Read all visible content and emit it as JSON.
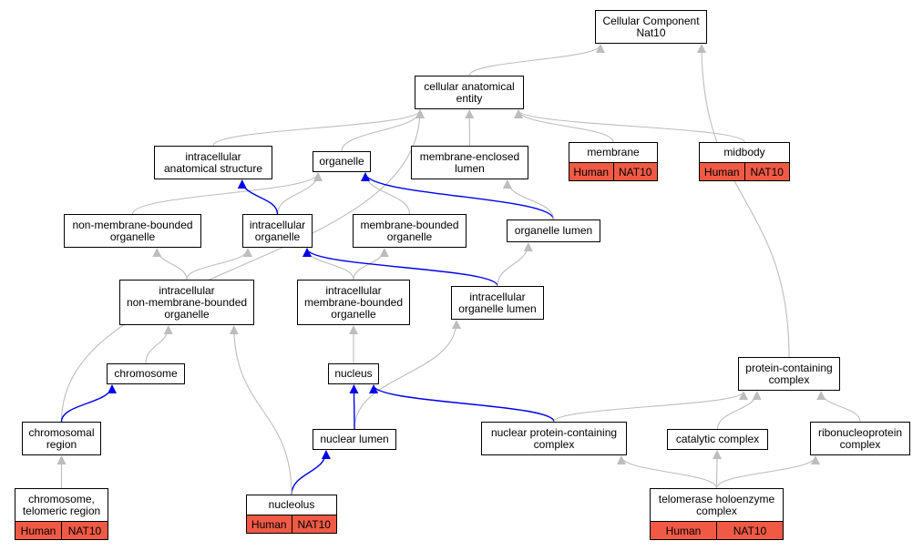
{
  "colors": {
    "edge_default": "#bdbdbd",
    "edge_highlight": "#0000ee",
    "annotation_fill": "#f05a45",
    "node_border": "#000000"
  },
  "nodes": [
    {
      "id": "cc",
      "label": "Cellular Component\nNat10"
    },
    {
      "id": "cae",
      "label": "cellular anatomical\nentity"
    },
    {
      "id": "ias",
      "label": "intracellular\nanatomical structure"
    },
    {
      "id": "org",
      "label": "organelle"
    },
    {
      "id": "mel",
      "label": "membrane-enclosed\nlumen"
    },
    {
      "id": "mem",
      "label": "membrane",
      "tags": [
        "Human",
        "NAT10"
      ]
    },
    {
      "id": "mid",
      "label": "midbody",
      "tags": [
        "Human",
        "NAT10"
      ]
    },
    {
      "id": "nmbo",
      "label": "non-membrane-bounded\norganelle"
    },
    {
      "id": "io",
      "label": "intracellular\norganelle"
    },
    {
      "id": "mbo",
      "label": "membrane-bounded\norganelle"
    },
    {
      "id": "ol",
      "label": "organelle lumen"
    },
    {
      "id": "inmbo",
      "label": "intracellular\nnon-membrane-bounded\norganelle"
    },
    {
      "id": "imbo",
      "label": "intracellular\nmembrane-bounded\norganelle"
    },
    {
      "id": "iol",
      "label": "intracellular\norganelle lumen"
    },
    {
      "id": "chr",
      "label": "chromosome"
    },
    {
      "id": "nuc",
      "label": "nucleus"
    },
    {
      "id": "pcc",
      "label": "protein-containing\ncomplex"
    },
    {
      "id": "chrreg",
      "label": "chromosomal\nregion"
    },
    {
      "id": "nl",
      "label": "nuclear lumen"
    },
    {
      "id": "npcc",
      "label": "nuclear protein-containing\ncomplex"
    },
    {
      "id": "cat",
      "label": "catalytic complex"
    },
    {
      "id": "rnp",
      "label": "ribonucleoprotein\ncomplex"
    },
    {
      "id": "tel",
      "label": "chromosome,\ntelomeric region",
      "tags": [
        "Human",
        "NAT10"
      ]
    },
    {
      "id": "nucl",
      "label": "nucleolus",
      "tags": [
        "Human",
        "NAT10"
      ]
    },
    {
      "id": "the",
      "label": "telomerase holoenzyme\ncomplex",
      "tags": [
        "Human",
        "NAT10"
      ]
    }
  ],
  "edges": [
    {
      "from": "cae",
      "to": "cc"
    },
    {
      "from": "pcc",
      "to": "cc"
    },
    {
      "from": "ias",
      "to": "cae"
    },
    {
      "from": "org",
      "to": "cae"
    },
    {
      "from": "mel",
      "to": "cae"
    },
    {
      "from": "mem",
      "to": "cae"
    },
    {
      "from": "mid",
      "to": "cae"
    },
    {
      "from": "chrreg",
      "to": "cae"
    },
    {
      "from": "nmbo",
      "to": "org"
    },
    {
      "from": "io",
      "to": "org"
    },
    {
      "from": "mbo",
      "to": "org"
    },
    {
      "from": "ol",
      "to": "org",
      "highlight": true
    },
    {
      "from": "io",
      "to": "ias",
      "highlight": true
    },
    {
      "from": "ol",
      "to": "mel"
    },
    {
      "from": "inmbo",
      "to": "nmbo"
    },
    {
      "from": "inmbo",
      "to": "io"
    },
    {
      "from": "imbo",
      "to": "io"
    },
    {
      "from": "imbo",
      "to": "mbo"
    },
    {
      "from": "iol",
      "to": "io",
      "highlight": true
    },
    {
      "from": "iol",
      "to": "ol"
    },
    {
      "from": "chr",
      "to": "inmbo"
    },
    {
      "from": "nuc",
      "to": "imbo"
    },
    {
      "from": "nl",
      "to": "iol"
    },
    {
      "from": "chrreg",
      "to": "chr",
      "highlight": true
    },
    {
      "from": "nl",
      "to": "nuc",
      "highlight": true
    },
    {
      "from": "npcc",
      "to": "nuc",
      "highlight": true
    },
    {
      "from": "npcc",
      "to": "pcc"
    },
    {
      "from": "cat",
      "to": "pcc"
    },
    {
      "from": "rnp",
      "to": "pcc"
    },
    {
      "from": "tel",
      "to": "chrreg"
    },
    {
      "from": "nucl",
      "to": "nl",
      "highlight": true
    },
    {
      "from": "nucl",
      "to": "inmbo"
    },
    {
      "from": "the",
      "to": "npcc"
    },
    {
      "from": "the",
      "to": "cat"
    },
    {
      "from": "the",
      "to": "rnp"
    }
  ]
}
